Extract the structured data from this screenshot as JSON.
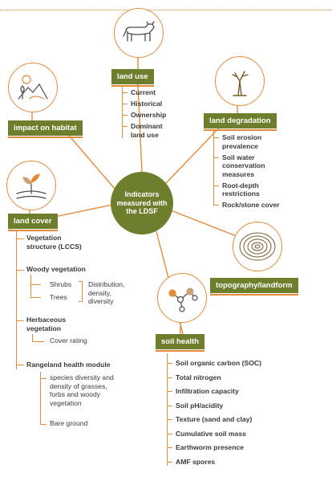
{
  "center": {
    "line1": "Indicators",
    "line2": "measured with",
    "line3": "the LDSF"
  },
  "land_use": {
    "title": "land use",
    "icon": "cow-icon",
    "items": [
      "Current",
      "Historical",
      "Ownership",
      "Dominant",
      "land use"
    ]
  },
  "land_degradation": {
    "title": "land degradation",
    "icon": "dead-tree-icon",
    "items": [
      "Soil erosion",
      "prevalence",
      "Soil water",
      "conservation",
      "measures",
      "Root-depth",
      "restrictions",
      "Rock/stone cover"
    ]
  },
  "impact_on_habitat": {
    "title": "impact on habitat",
    "icon": "landscape-icon"
  },
  "land_cover": {
    "title": "land cover",
    "icon": "seedling-icon",
    "vegetation_structure": [
      "Vegetation",
      "structure (LCCS)"
    ],
    "woody": "Woody vegetation",
    "shrubs": "Shrubs",
    "trees": "Trees",
    "woody_measures": [
      "Distribution,",
      "density,",
      "diversity"
    ],
    "herbaceous": [
      "Herbaceous",
      "vegetation"
    ],
    "cover_rating": "Cover rating",
    "rangeland": "Rangeland health module",
    "rangeland_items": [
      "species diversity and",
      "density of grasses,",
      "forbs and woody",
      "vegetation"
    ],
    "bare_ground": "Bare ground"
  },
  "topography": {
    "title": "topography/landform",
    "icon": "contour-icon"
  },
  "soil_health": {
    "title": "soil health",
    "icon": "molecule-icon",
    "items": [
      "Soil organic carbon (SOC)",
      "Total nitrogen",
      "Infiltration capacity",
      "Soil pH/acidity",
      "Texture (sand and clay)",
      "Cumulative soil mass",
      "Earthworm presence",
      "AMF spores"
    ]
  },
  "colors": {
    "green": "#6d7f2c",
    "orange": "#e38b3a",
    "text": "#3a3a3a"
  }
}
